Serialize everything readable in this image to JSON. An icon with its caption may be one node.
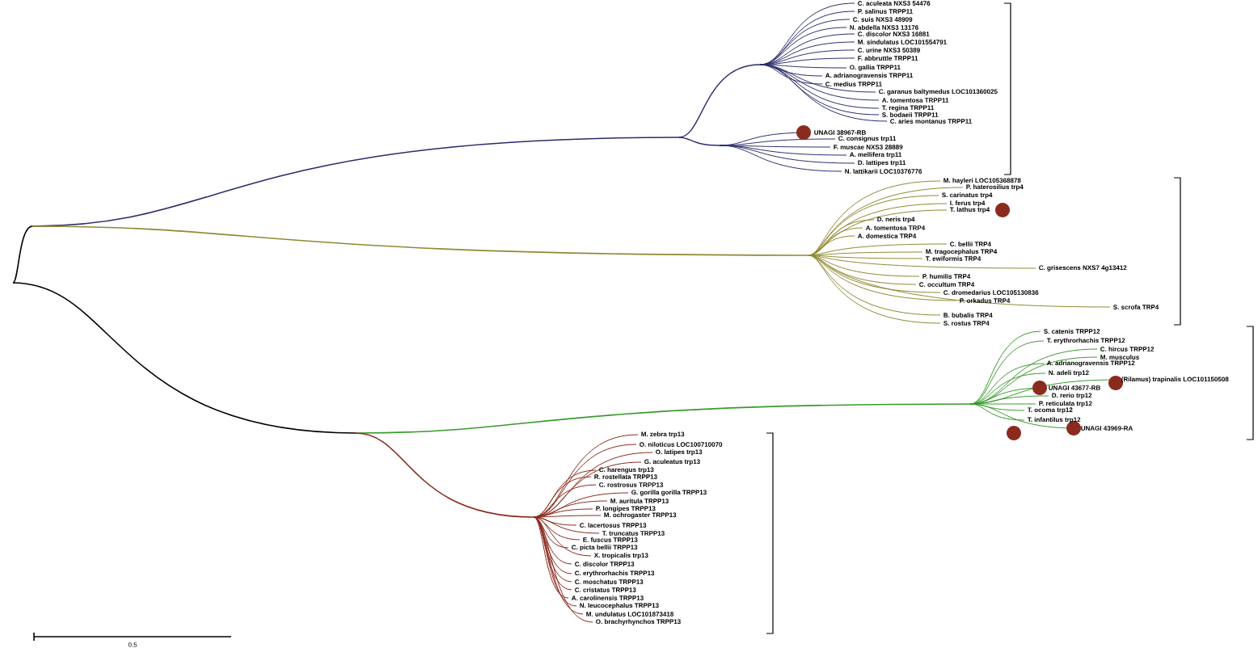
{
  "diagram": {
    "labels": [
      "C. aculeata NXS3 54476",
      "P. salinus TRPP11",
      "C. suis NXS3 48909",
      "N. abdella NXS3 13176",
      "C. discolor NXS3 16881",
      "M. sindulatus LOC101554791",
      "C. urine NXS3 50389",
      "F. abbruttle TRPP11",
      "O. gallia TRPP11",
      "A. adrianogravensis TRPP11",
      "C. medius TRPP11",
      "C. garanus baltymedus LOC101360025",
      "A. tomentosa TRPP11",
      "T. regina TRPP11",
      "S. bodaeii TRPP11",
      "C. aries montanus TRPP11",
      "UNAGI 38967-RB",
      "C. consignus trp11",
      "F. muscae NXS3 28889",
      "A. mellifera trp11",
      "D. lattipes trp11",
      "N. lattikarii LOC10376776",
      "M. hayleri LOC105368878",
      "P. haterosilius trp4",
      "S. carinatus trp4",
      "I. ferus trp4",
      "T. lathus trp4",
      "D. neris trp4",
      "A. tomentosa TRP4",
      "A. domestica TRP4",
      "C. bellii TRP4",
      "M. tragocephalus TRP4",
      "T. ewiformis TRP4",
      "C. grisescens NXS7 4g13412",
      "P. humilis TRP4",
      "C. occultum TRP4",
      "C. dromedarius LOC105130836",
      "P. orkadus TRP4",
      "S. scrofa TRP4",
      "B. bubalis TRP4",
      "S. rostus TRP4",
      "S. catenis TRPP12",
      "T. erythrorhachis TRPP12",
      "C. hircus TRPP12",
      "M. musculus",
      "A. adrianogravensis TRPP12",
      "N. adeli trp12",
      "(Rilamus) trapinalis LOC101150508",
      "UNAGI 43677-RB",
      "D. rerio trp12",
      "P. reticulata trp12",
      "T. ocoma trp12",
      "T. infantilus trp12",
      "UNAGI 43969-RA",
      "M. zebra trp13",
      "O. niloticus LOC100710070",
      "O. latipes trp13",
      "G. aculeatus trp13",
      "C. harengus trp13",
      "R. rostellata TRPP13",
      "C. rostrosus TRPP13",
      "G. gorilla gorilla TRPP13",
      "M. auritula TRPP13",
      "P. longipes TRPP13",
      "M. ochrogaster TRPP13",
      "C. lacertosus TRPP13",
      "T. truncatus TRPP13",
      "E. fuscus TRPP13",
      "C. picta bellii TRPP13",
      "X. tropicalis trp13",
      "C. discolor TRPP13",
      "C. erythrorhachis TRPP13",
      "C. moschatus TRPP13",
      "C. cristatus TRPP13",
      "A. carolinensis TRPP13",
      "N. leucocephalus TRPP13",
      "M. undulatus LOC101873418",
      "O. brachyrhynchos TRPP13",
      "0.5"
    ]
  }
}
